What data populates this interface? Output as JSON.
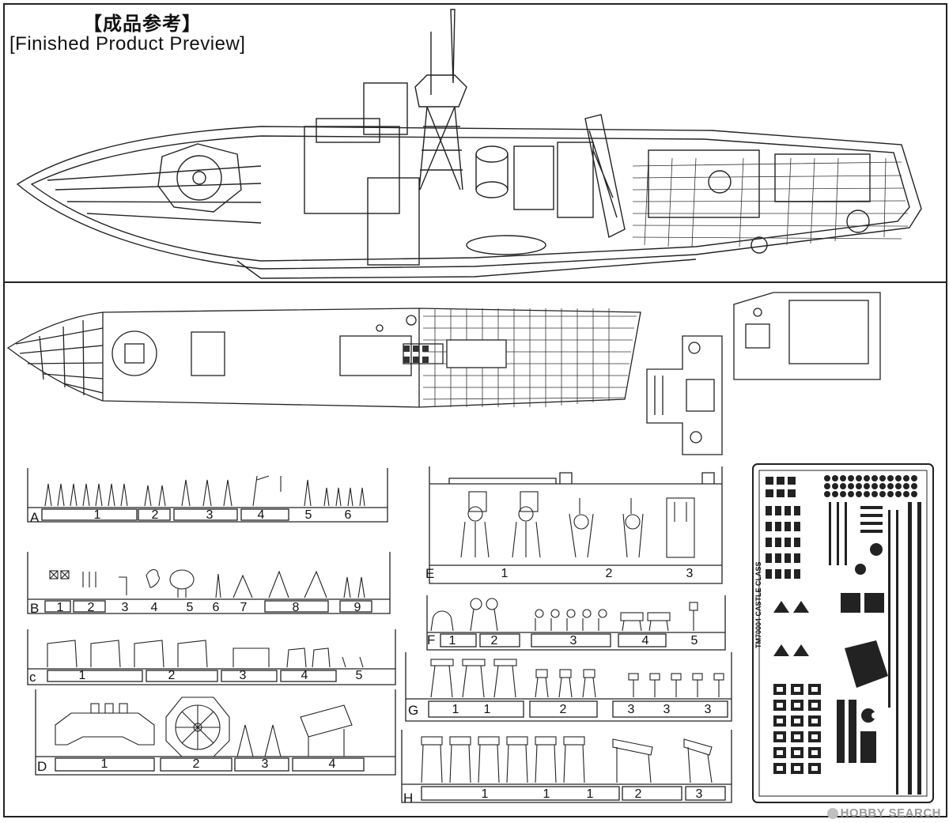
{
  "header": {
    "title_cn": "【成品参考】",
    "title_en": "[Finished Product Preview]"
  },
  "sprues": [
    {
      "letter": "A",
      "parts": [
        "1",
        "2",
        "3",
        "4",
        "5",
        "6"
      ]
    },
    {
      "letter": "B",
      "parts": [
        "1",
        "2",
        "3",
        "4",
        "5",
        "6",
        "7",
        "8",
        "9"
      ]
    },
    {
      "letter": "C",
      "parts": [
        "1",
        "2",
        "3",
        "4",
        "5"
      ]
    },
    {
      "letter": "D",
      "parts": [
        "1",
        "2",
        "3",
        "4"
      ]
    },
    {
      "letter": "E",
      "parts": [
        "1",
        "2",
        "3"
      ]
    },
    {
      "letter": "F",
      "parts": [
        "1",
        "2",
        "3",
        "4",
        "5"
      ]
    },
    {
      "letter": "G",
      "parts": [
        "1",
        "1",
        "2",
        "3",
        "3",
        "3"
      ]
    },
    {
      "letter": "H",
      "parts": [
        "1",
        "1",
        "1",
        "2",
        "3"
      ]
    }
  ],
  "photo_etch": {
    "label": "TM70004 CASTLE CLASS"
  },
  "watermark": {
    "text": "HOBBY SEARCH"
  }
}
